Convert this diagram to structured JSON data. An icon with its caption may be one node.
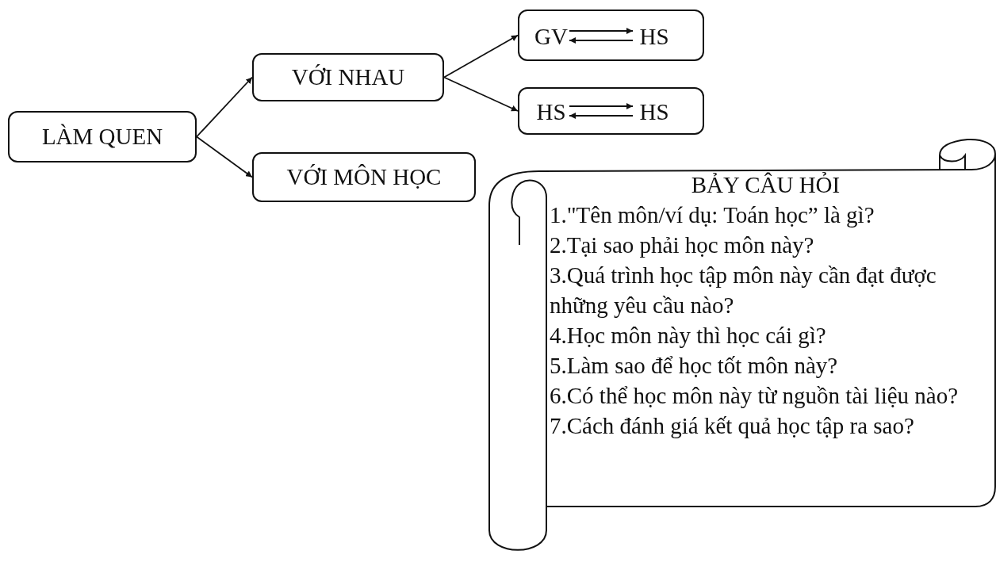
{
  "diagram": {
    "nodes": [
      {
        "text": [
          "LÀM QUEN"
        ]
      },
      {
        "text": [
          "VỚI NHAU"
        ]
      },
      {
        "text": [],
        "shape": "box"
      },
      {
        "text": [
          "GV"
        ],
        "in": 2
      },
      {
        "text": [
          "HS"
        ],
        "in": 2
      },
      {
        "text": [],
        "shape": "box"
      },
      {
        "text": [
          "HS"
        ],
        "in": 5
      },
      {
        "text": [
          "HS"
        ],
        "in": 5
      },
      {
        "text": [
          "VỚI MÔN HỌC"
        ]
      },
      {
        "text": [
          "BẢY CÂU HỎI",
          "1.\"Tên môn/ví dụ: Toán học” là gì?",
          "2.Tại sao phải học môn này?",
          "3.Quá trình học tập môn này cần đạt được những yêu cầu nào?",
          "4.Học môn này thì học cái gì?",
          "5.Làm sao để học tốt môn này?",
          "6.Có thể học môn này từ nguồn tài liệu nào?",
          "7.Cách đánh giá kết quả học tập ra sao?"
        ]
      }
    ],
    "edges": [
      {
        "from": 0,
        "to": 1,
        "arrow": "to"
      },
      {
        "from": 0,
        "to": 8,
        "arrow": "to"
      },
      {
        "from": 1,
        "to": 2,
        "arrow": "to"
      },
      {
        "from": 1,
        "to": 5,
        "arrow": "to"
      },
      {
        "from": 3,
        "to": 4,
        "arrow": "to"
      },
      {
        "from": 4,
        "to": 3,
        "arrow": "to"
      },
      {
        "from": 6,
        "to": 7,
        "arrow": "to"
      },
      {
        "from": 7,
        "to": 6,
        "arrow": "to"
      }
    ]
  }
}
